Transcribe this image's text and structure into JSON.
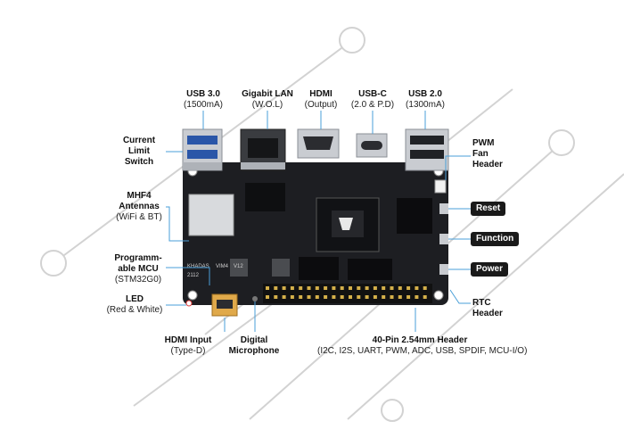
{
  "watermark_icon": "circles-lines-watermark",
  "callouts": {
    "usb3": {
      "title": "USB 3.0",
      "detail": "(1500mA)"
    },
    "lan": {
      "title": "Gigabit LAN",
      "detail": "(W.O.L)"
    },
    "hdmi": {
      "title": "HDMI",
      "detail": "(Output)"
    },
    "usbc": {
      "title": "USB-C",
      "detail": "(2.0 & P.D)"
    },
    "usb2": {
      "title": "USB 2.0",
      "detail": "(1300mA)"
    },
    "limit_switch": {
      "line1": "Current",
      "line2": "Limit",
      "line3": "Switch"
    },
    "antennas": {
      "line1": "MHF4",
      "line2": "Antennas",
      "detail": "(WiFi & BT)"
    },
    "mcu": {
      "line1": "Programm-",
      "line2": "able MCU",
      "detail": "(STM32G0)"
    },
    "led": {
      "title": "LED",
      "detail": "(Red & White)"
    },
    "hdmi_input": {
      "title": "HDMI Input",
      "detail": "(Type-D)"
    },
    "microphone": {
      "line1": "Digital",
      "line2": "Microphone"
    },
    "gpio_header": {
      "title": "40-Pin 2.54mm Header",
      "detail": "(I2C, I2S, UART, PWM, ADC, USB, SPDIF, MCU-I/O)"
    },
    "fan_header": {
      "line1": "PWM",
      "line2": "Fan",
      "line3": "Header"
    },
    "rtc_header": {
      "line1": "RTC",
      "line2": "Header"
    }
  },
  "buttons": {
    "reset": "Reset",
    "function": "Function",
    "power": "Power"
  },
  "board": {
    "silkscreen_brand": "KHADAS",
    "silkscreen_model": "VIM4",
    "silkscreen_version": "V12",
    "silkscreen_date": "2112",
    "soc_icon": "khadas-logo-icon"
  },
  "colors": {
    "pcb": "#1d1e22",
    "leader": "#4a9fd8",
    "pill": "#1a1a1a",
    "watermark": "#c8c8c8"
  }
}
